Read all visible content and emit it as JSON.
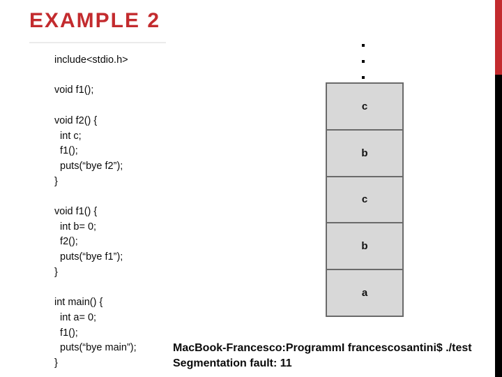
{
  "slide": {
    "title": "EXAMPLE 2",
    "accent_color": "#C32B2E",
    "edge_bar_bottom_color": "#000000"
  },
  "code": {
    "lines": [
      "include<stdio.h>",
      "",
      "void f1();",
      "",
      "void f2() {",
      "  int c;",
      "  f1();",
      "  puts(“bye f2”);",
      "}",
      "",
      "void f1() {",
      "  int b= 0;",
      "  f2();",
      "  puts(“bye f1”);",
      "}",
      "",
      "int main() {",
      "  int a= 0;",
      "  f1();",
      "  puts(“bye main”);",
      "}"
    ]
  },
  "stack": {
    "ellipsis_dot_count": 3,
    "cells": [
      "c",
      "b",
      "c",
      "b",
      "a"
    ],
    "fill_color": "#D8D8D8",
    "border_color": "#6A6A6A"
  },
  "terminal": {
    "command_line": "MacBook-Francesco:ProgrammI francescosantini$ ./test",
    "result_line": "Segmentation fault: 11"
  }
}
